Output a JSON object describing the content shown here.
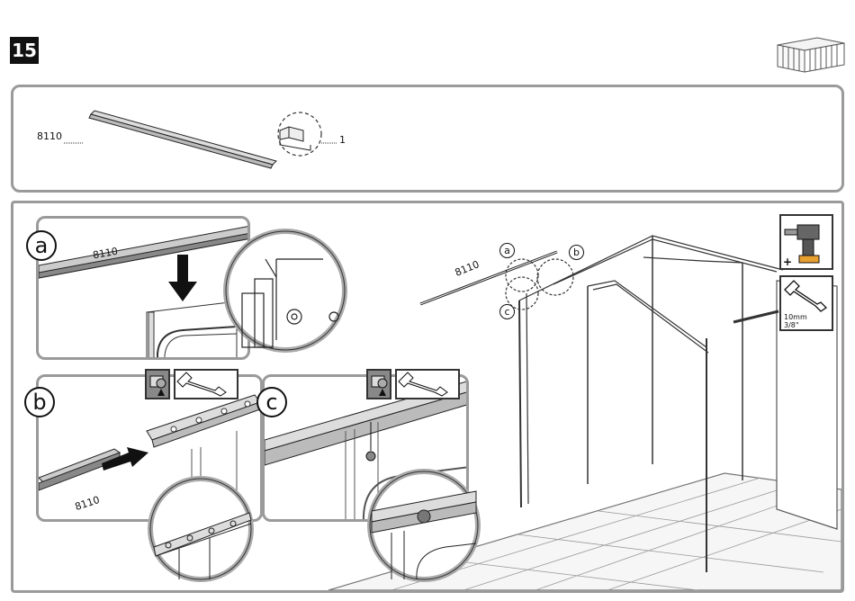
{
  "step": {
    "number": "15"
  },
  "parts": {
    "part_code": "8110",
    "qty": "1"
  },
  "details": {
    "a": {
      "label": "a",
      "part_code": "8110"
    },
    "b": {
      "label": "b",
      "part_code": "8110"
    },
    "c": {
      "label": "c"
    }
  },
  "overview": {
    "part_code": "8110",
    "callouts": [
      "a",
      "b",
      "c"
    ]
  },
  "tools": {
    "wrench_size_mm": "10mm",
    "wrench_size_in": "3/8\""
  },
  "icons": [
    "shed-icon",
    "drill-icon",
    "wrench-icon",
    "bolt-icon",
    "arrow-down-icon",
    "arrow-right-icon",
    "plus-icon"
  ]
}
